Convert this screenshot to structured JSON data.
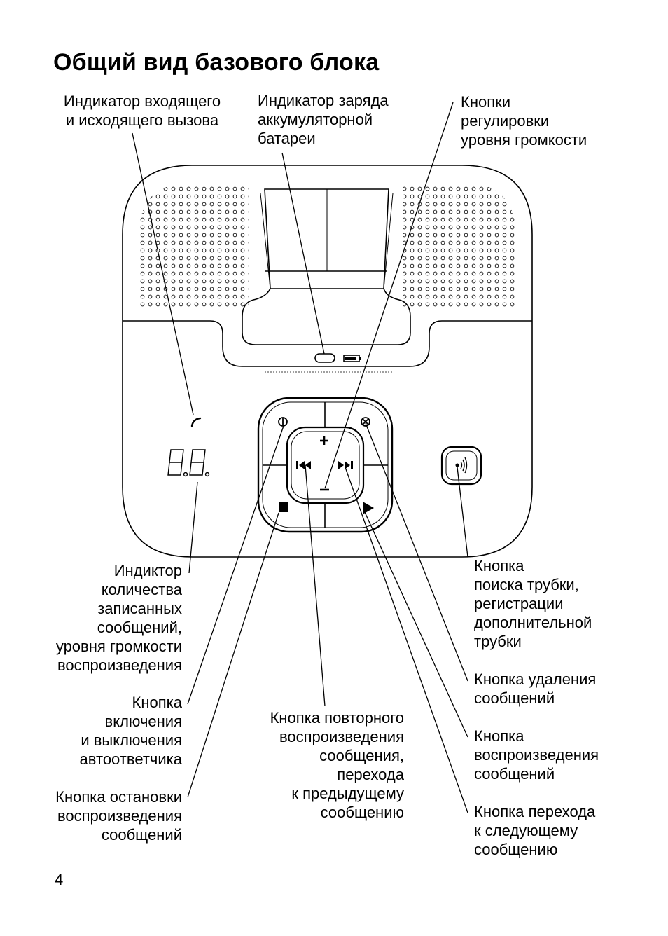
{
  "page": {
    "title": "Общий вид базового блока",
    "page_number": "4"
  },
  "labels": {
    "call_indicator": [
      "Индикатор входящего",
      "и исходящего вызова"
    ],
    "battery_indicator": [
      "Индикатор заряда",
      "аккумуляторной",
      "батареи"
    ],
    "volume_buttons": [
      "Кнопки",
      "регулировки",
      "уровня громкости"
    ],
    "message_counter": [
      "Индиктор",
      "количества",
      "записанных",
      "сообщений,",
      "уровня громкости",
      "воспроизведения"
    ],
    "answering_machine_button": [
      "Кнопка",
      "включения",
      "и выключения",
      "автоответчика"
    ],
    "stop_button": [
      "Кнопка остановки",
      "воспроизведения",
      "сообщений"
    ],
    "repeat_button": [
      "Кнопка повторного",
      "воспроизведения",
      "сообщения,",
      "перехода",
      "к предыдущему",
      "сообщению"
    ],
    "paging_button": [
      "Кнопка",
      "поиска трубки,",
      "регистрации",
      "дополнительной",
      "трубки"
    ],
    "delete_button": [
      "Кнопка удаления",
      "сообщений"
    ],
    "play_button": [
      "Кнопка",
      "воспроизведения",
      "сообщений"
    ],
    "next_button": [
      "Кнопка перехода",
      "к следующему",
      "сообщению"
    ]
  },
  "device": {
    "display_digits": "8.8.",
    "icons": [
      "phone-handset-icon",
      "power-icon",
      "delete-icon",
      "plus-icon",
      "minus-icon",
      "previous-icon",
      "next-icon",
      "stop-icon",
      "play-icon",
      "paging-icon",
      "battery-icon"
    ]
  }
}
